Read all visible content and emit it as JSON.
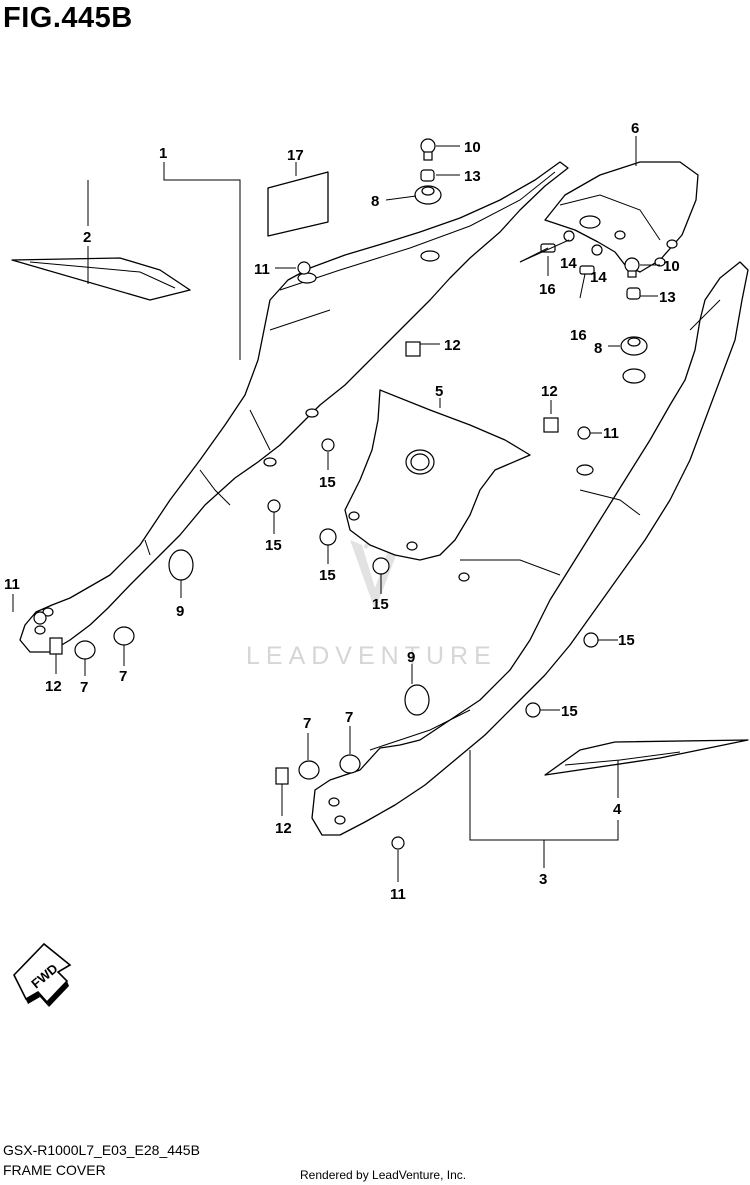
{
  "figure": {
    "title": "FIG.445B"
  },
  "watermark": {
    "text": "LEADVENTURE"
  },
  "direction_arrow": {
    "label": "FWD"
  },
  "callouts": [
    {
      "id": "c1",
      "label": "1"
    },
    {
      "id": "c2",
      "label": "2"
    },
    {
      "id": "c17",
      "label": "17"
    },
    {
      "id": "c11a",
      "label": "11"
    },
    {
      "id": "c10a",
      "label": "10"
    },
    {
      "id": "c13a",
      "label": "13"
    },
    {
      "id": "c8a",
      "label": "8"
    },
    {
      "id": "c6",
      "label": "6"
    },
    {
      "id": "c14a",
      "label": "14"
    },
    {
      "id": "c14b",
      "label": "14"
    },
    {
      "id": "c16a",
      "label": "16"
    },
    {
      "id": "c16b",
      "label": "16"
    },
    {
      "id": "c10b",
      "label": "10"
    },
    {
      "id": "c13b",
      "label": "13"
    },
    {
      "id": "c8b",
      "label": "8"
    },
    {
      "id": "c12a",
      "label": "12"
    },
    {
      "id": "c5",
      "label": "5"
    },
    {
      "id": "c12b",
      "label": "12"
    },
    {
      "id": "c11b",
      "label": "11"
    },
    {
      "id": "c15a",
      "label": "15"
    },
    {
      "id": "c15b",
      "label": "15"
    },
    {
      "id": "c15c",
      "label": "15"
    },
    {
      "id": "c15d",
      "label": "15"
    },
    {
      "id": "c11c",
      "label": "11"
    },
    {
      "id": "c9a",
      "label": "9"
    },
    {
      "id": "c12c",
      "label": "12"
    },
    {
      "id": "c7a",
      "label": "7"
    },
    {
      "id": "c7b",
      "label": "7"
    },
    {
      "id": "c15e",
      "label": "15"
    },
    {
      "id": "c9b",
      "label": "9"
    },
    {
      "id": "c15f",
      "label": "15"
    },
    {
      "id": "c7c",
      "label": "7"
    },
    {
      "id": "c7d",
      "label": "7"
    },
    {
      "id": "c12d",
      "label": "12"
    },
    {
      "id": "c11d",
      "label": "11"
    },
    {
      "id": "c4",
      "label": "4"
    },
    {
      "id": "c3",
      "label": "3"
    }
  ],
  "footer": {
    "code": "GSX-R1000L7_E03_E28_445B",
    "name": "FRAME COVER",
    "rendered_by": "Rendered by LeadVenture, Inc."
  }
}
